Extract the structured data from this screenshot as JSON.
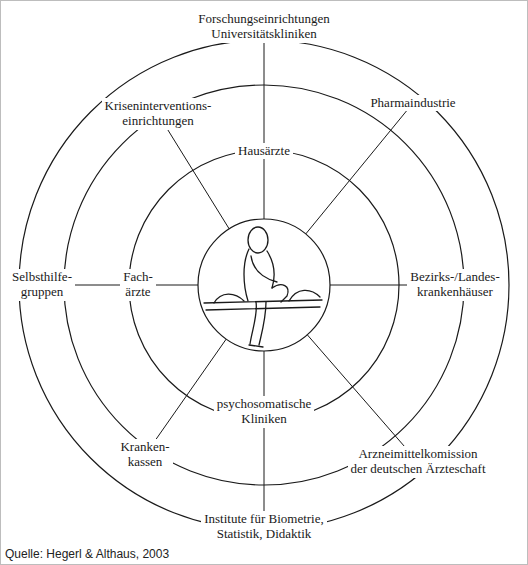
{
  "diagram": {
    "caption": "Quelle: Hegerl & Althaus, 2003",
    "labels": [
      "Forschungseinrichtungen Universitätskliniken",
      "Kriseninterventions- einrichtungen",
      "Pharmaindustrie",
      "Hausärzte",
      "Selbsthilfe- gruppen",
      "Fach- ärzte",
      "Bezirks-/Landes- krankenhäuser",
      "psychosomatische Kliniken",
      "Kranken- kassen",
      "Arzneimittelkomission der deutschen Ärzteschaft",
      "Institute für Biometrie, Statistik, Didaktik"
    ]
  }
}
